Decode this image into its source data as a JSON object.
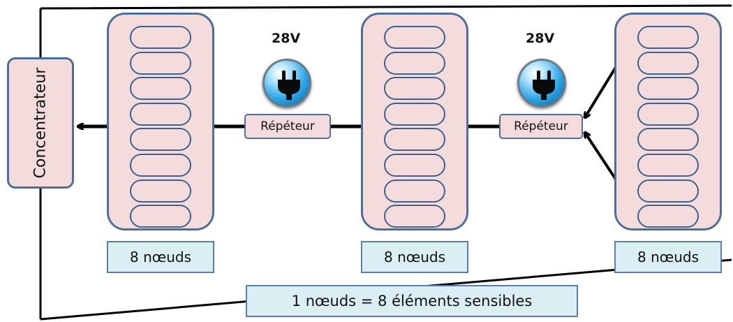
{
  "concentrator": {
    "label": "Concentrateur"
  },
  "groups": [
    {
      "label": "8 nœuds",
      "cells": 8
    },
    {
      "label": "8 nœuds",
      "cells": 8
    },
    {
      "label": "8 nœuds",
      "cells": 8
    }
  ],
  "repeaters": [
    {
      "label": "Répéteur",
      "voltage": "28V",
      "icon": "power-plug-icon"
    },
    {
      "label": "Répéteur",
      "voltage": "28V",
      "icon": "power-plug-icon"
    }
  ],
  "note": "1 nœuds = 8 éléments sensibles",
  "colors": {
    "box_fill": "#f4dcdc",
    "box_border": "#4f6d97",
    "caption_fill": "#dbeef4",
    "plug_blue": "#2fa7e6",
    "wire": "#000000"
  }
}
